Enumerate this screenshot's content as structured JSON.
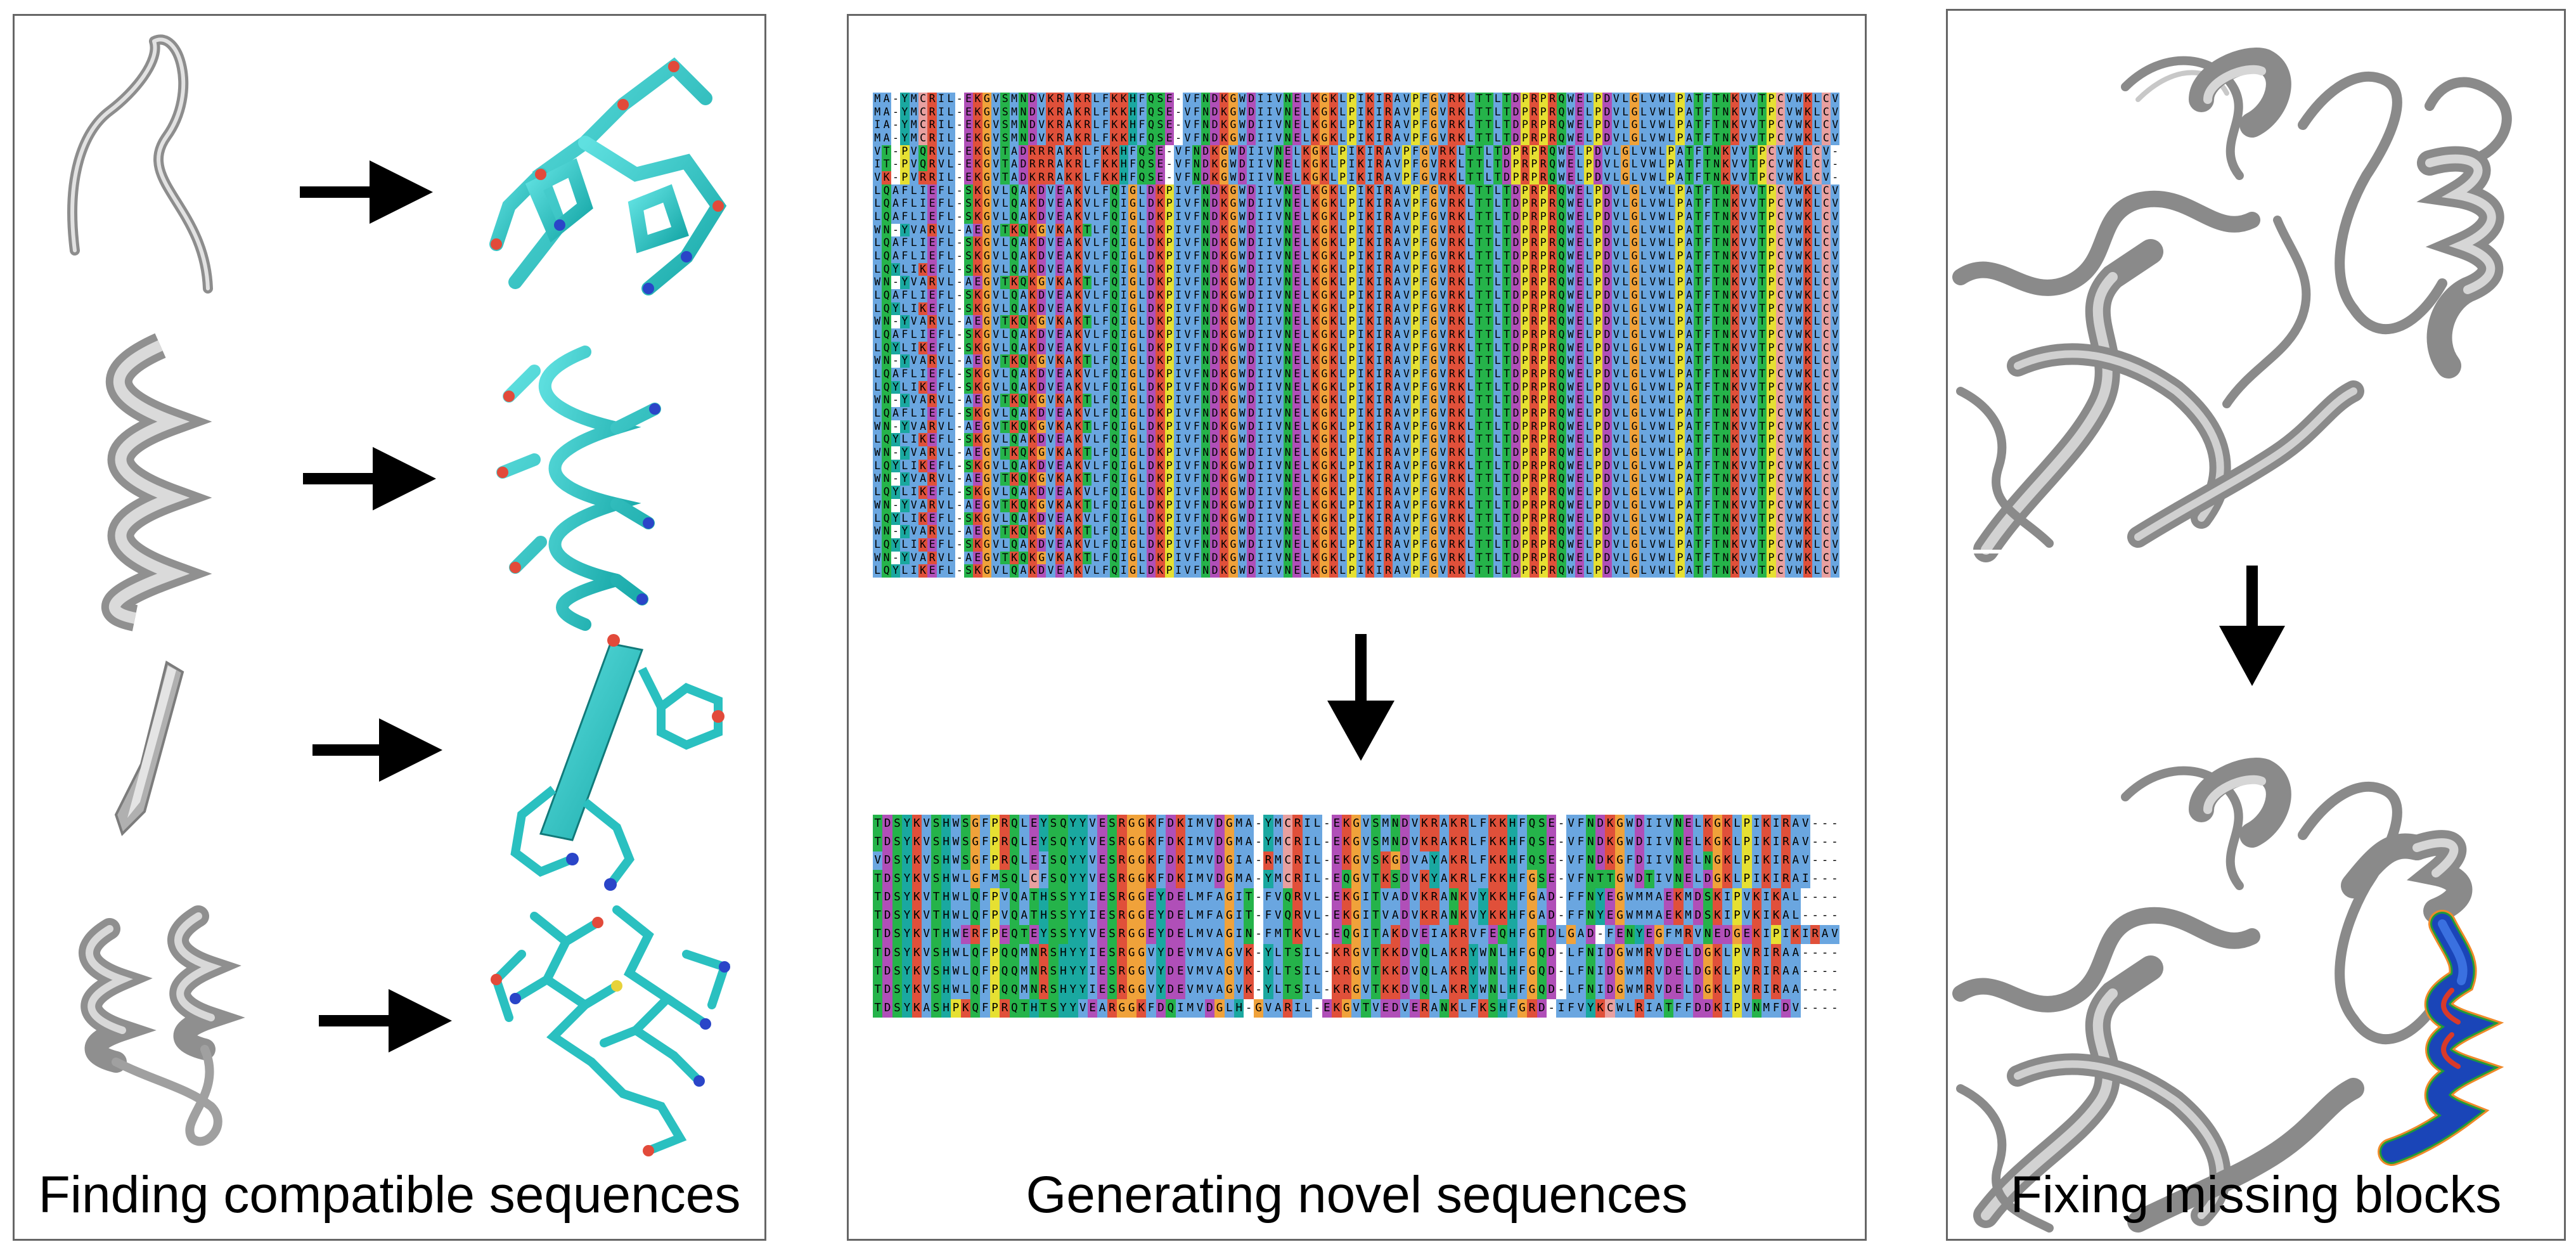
{
  "panels": [
    {
      "id": "finding",
      "caption": "Finding compatible sequences"
    },
    {
      "id": "generating",
      "caption": "Generating novel sequences"
    },
    {
      "id": "fixing",
      "caption": "Fixing missing blocks"
    }
  ],
  "msa_residue_colors": {
    "A": "#6aa6e0",
    "I": "#6aa6e0",
    "L": "#6aa6e0",
    "M": "#6aa6e0",
    "F": "#6aa6e0",
    "W": "#6aa6e0",
    "V": "#6aa6e0",
    "C": "#e8a0a0",
    "K": "#e0503a",
    "R": "#e0503a",
    "E": "#b04fb8",
    "D": "#b04fb8",
    "N": "#25b34a",
    "Q": "#25b34a",
    "S": "#25b34a",
    "T": "#25b34a",
    "G": "#f0a23a",
    "P": "#e6e032",
    "H": "#1aa8a0",
    "Y": "#1aa8a0",
    "-": "#ffffff"
  },
  "top_alignment": {
    "rows": [
      "MA-YMCRIL-EKGVSMNDVKRAKRLFKKHFQSE-VFNDKGWDIIVNELKGKLPIKIRAVPFGVRKLTTLTDPRPRQWELPDVLGLVWLPATFTNKVVTPCVWKLCV",
      "MA-YMCRIL-EKGVSMNDVKRAKRLFKKHFQSE-VFNDKGWDIIVNELKGKLPIKIRAVPFGVRKLTTLTDPRPRQWELPDVLGLVWLPATFTNKVVTPCVWKLCV",
      "IA-YMCRIL-EKGVSMNDVKRAKRLFKKHFQSE-VFNDKGWDIIVNELKGKLPIKIRAVPFGVRKLTTLTDPRPRQWELPDVLGLVWLPATFTNKVVTPCVWKLCV",
      "MA-YMCRIL-EKGVSMNDVKRAKRLFKKHFQSE-VFNDKGWDIIVNELKGKLPIKIRAVPFGVRKLTTLTDPRPRQWELPDVLGLVWLPATFTNKVVTPCVWKLCV",
      "VT-PVQRVL-EKGVTADRRRAKRLFKKHFQSE-VFNDKGWDIIVNELKGKLPIKIRAVPFGVRKLTTLTDPRPRQWELPDVLGLVWLPATFTNKVVTPCVWKLCV",
      "IT-PVQRVL-EKGVTADRRRAKRLFKKHFQSE-VFNDKGWDIIVNELKGKLPIKIRAVPFGVRKLTTLTDPRPRQWELPDVLGLVWLPATFTNKVVTPCVWKLCV",
      "VK-PVRRIL-EKGVTADKRRAKKLFKKHFQSE-VFNDKGWDIIVNELKGKLPIKIRAVPFGVRKLTTLTDPRPRQWELPDVLGLVWLPATFTNKVVTPCVWKLCV",
      "LQAFLIEFL-SKGVLQAKDVEAKVLFQIGLDKPIVFNDKGWDIIVNELKGKLPIKIRAVPFGVRKLTTLTDPRPRQWELPDVLGLVWLPATFTNKVVTPCVWKLCV",
      "LQAFLIEFL-SKGVLQAKDVEAKVLFQIGLDKPIVFNDKGWDIIVNELKGKLPIKIRAVPFGVRKLTTLTDPRPRQWELPDVLGLVWLPATFTNKVVTPCVWKLCV",
      "LQAFLIEFL-SKGVLQAKDVEAKVLFQIGLDKPIVFNDKGWDIIVNELKGKLPIKIRAVPFGVRKLTTLTDPRPRQWELPDVLGLVWLPATFTNKVVTPCVWKLCV",
      "WN-YVARVL-AEGVTKQKGVKAKTLFQIGLDKPIVFNDKGWDIIVNELKGKLPIKIRAVPFGVRKLTTLTDPRPRQWELPDVLGLVWLPATFTNKVVTPCVWKLCV",
      "LQAFLIEFL-SKGVLQAKDVEAKVLFQIGLDKPIVFNDKGWDIIVNELKGKLPIKIRAVPFGVRKLTTLTDPRPRQWELPDVLGLVWLPATFTNKVVTPCVWKLCV",
      "LQAFLIEFL-SKGVLQAKDVEAKVLFQIGLDKPIVFNDKGWDIIVNELKGKLPIKIRAVPFGVRKLTTLTDPRPRQWELPDVLGLVWLPATFTNKVVTPCVWKLCV",
      "LQYLIKEFL-SKGVLQAKDVEAKVLFQIGLDKPIVFNDKGWDIIVNELKGKLPIKIRAVPFGVRKLTTLTDPRPRQWELPDVLGLVWLPATFTNKVVTPCVWKLCV",
      "WN-YVARVL-AEGVTKQKGVKAKTLFQIGLDKPIVFNDKGWDIIVNELKGKLPIKIRAVPFGVRKLTTLTDPRPRQWELPDVLGLVWLPATFTNKVVTPCVWKLCV",
      "LQAFLIEFL-SKGVLQAKDVEAKVLFQIGLDKPIVFNDKGWDIIVNELKGKLPIKIRAVPFGVRKLTTLTDPRPRQWELPDVLGLVWLPATFTNKVVTPCVWKLCV",
      "LQYLIKEFL-SKGVLQAKDVEAKVLFQIGLDKPIVFNDKGWDIIVNELKGKLPIKIRAVPFGVRKLTTLTDPRPRQWELPDVLGLVWLPATFTNKVVTPCVWKLCV",
      "WN-YVARVL-AEGVTKQKGVKAKTLFQIGLDKPIVFNDKGWDIIVNELKGKLPIKIRAVPFGVRKLTTLTDPRPRQWELPDVLGLVWLPATFTNKVVTPCVWKLCV",
      "LQAFLIEFL-SKGVLQAKDVEAKVLFQIGLDKPIVFNDKGWDIIVNELKGKLPIKIRAVPFGVRKLTTLTDPRPRQWELPDVLGLVWLPATFTNKVVTPCVWKLCV",
      "LQYLIKEFL-SKGVLQAKDVEAKVLFQIGLDKPIVFNDKGWDIIVNELKGKLPIKIRAVPFGVRKLTTLTDPRPRQWELPDVLGLVWLPATFTNKVVTPCVWKLCV",
      "WN-YVARVL-AEGVTKQKGVKAKTLFQIGLDKPIVFNDKGWDIIVNELKGKLPIKIRAVPFGVRKLTTLTDPRPRQWELPDVLGLVWLPATFTNKVVTPCVWKLCV",
      "LQAFLIEFL-SKGVLQAKDVEAKVLFQIGLDKPIVFNDKGWDIIVNELKGKLPIKIRAVPFGVRKLTTLTDPRPRQWELPDVLGLVWLPATFTNKVVTPCVWKLCV",
      "LQYLIKEFL-SKGVLQAKDVEAKVLFQIGLDKPIVFNDKGWDIIVNELKGKLPIKIRAVPFGVRKLTTLTDPRPRQWELPDVLGLVWLPATFTNKVVTPCVWKLCV",
      "WN-YVARVL-AEGVTKQKGVKAKTLFQIGLDKPIVFNDKGWDIIVNELKGKLPIKIRAVPFGVRKLTTLTDPRPRQWELPDVLGLVWLPATFTNKVVTPCVWKLCV",
      "LQAFLIEFL-SKGVLQAKDVEAKVLFQIGLDKPIVFNDKGWDIIVNELKGKLPIKIRAVPFGVRKLTTLTDPRPRQWELPDVLGLVWLPATFTNKVVTPCVWKLCV",
      "WN-YVARVL-AEGVTKQKGVKAKTLFQIGLDKPIVFNDKGWDIIVNELKGKLPIKIRAVPFGVRKLTTLTDPRPRQWELPDVLGLVWLPATFTNKVVTPCVWKLCV",
      "LQYLIKEFL-SKGVLQAKDVEAKVLFQIGLDKPIVFNDKGWDIIVNELKGKLPIKIRAVPFGVRKLTTLTDPRPRQWELPDVLGLVWLPATFTNKVVTPCVWKLCV",
      "WN-YVARVL-AEGVTKQKGVKAKTLFQIGLDKPIVFNDKGWDIIVNELKGKLPIKIRAVPFGVRKLTTLTDPRPRQWELPDVLGLVWLPATFTNKVVTPCVWKLCV",
      "LQYLIKEFL-SKGVLQAKDVEAKVLFQIGLDKPIVFNDKGWDIIVNELKGKLPIKIRAVPFGVRKLTTLTDPRPRQWELPDVLGLVWLPATFTNKVVTPCVWKLCV",
      "WN-YVARVL-AEGVTKQKGVKAKTLFQIGLDKPIVFNDKGWDIIVNELKGKLPIKIRAVPFGVRKLTTLTDPRPRQWELPDVLGLVWLPATFTNKVVTPCVWKLCV",
      "LQYLIKEFL-SKGVLQAKDVEAKVLFQIGLDKPIVFNDKGWDIIVNELKGKLPIKIRAVPFGVRKLTTLTDPRPRQWELPDVLGLVWLPATFTNKVVTPCVWKLCV",
      "WN-YVARVL-AEGVTKQKGVKAKTLFQIGLDKPIVFNDKGWDIIVNELKGKLPIKIRAVPFGVRKLTTLTDPRPRQWELPDVLGLVWLPATFTNKVVTPCVWKLCV",
      "LQYLIKEFL-SKGVLQAKDVEAKVLFQIGLDKPIVFNDKGWDIIVNELKGKLPIKIRAVPFGVRKLTTLTDPRPRQWELPDVLGLVWLPATFTNKVVTPCVWKLCV",
      "WN-YVARVL-AEGVTKQKGVKAKTLFQIGLDKPIVFNDKGWDIIVNELKGKLPIKIRAVPFGVRKLTTLTDPRPRQWELPDVLGLVWLPATFTNKVVTPCVWKLCV",
      "LQYLIKEFL-SKGVLQAKDVEAKVLFQIGLDKPIVFNDKGWDIIVNELKGKLPIKIRAVPFGVRKLTTLTDPRPRQWELPDVLGLVWLPATFTNKVVTPCVWKLCV",
      "WN-YVARVL-AEGVTKQKGVKAKTLFQIGLDKPIVFNDKGWDIIVNELKGKLPIKIRAVPFGVRKLTTLTDPRPRQWELPDVLGLVWLPATFTNKVVTPCVWKLCV",
      "LQYLIKEFL-SKGVLQAKDVEAKVLFQIGLDKPIVFNDKGWDIIVNELKGKLPIKIRAVPFGVRKLTTLTDPRPRQWELPDVLGLVWLPATFTNKVVTPCVWKLCV"
    ]
  },
  "bottom_alignment": {
    "rows": [
      "TDSYKVSHWSGFPRQLEYSQYYVESRGGKFDKIMVDGMA-YMCRIL-EKGVSMNDVKRAKRLFKKHFQSE-VFNDKGWDIIVNELKGKLPIKIRAV",
      "TDSYKVSHWSGFPRQLEYSQYYVESRGGKFDKIMVDGMA-YMCRIL-EKGVSMNDVKRAKRLFKKHFQSE-VFNDKGWDIIVNELKGKLPIKIRAV",
      "VDSYKVSHWSGFPRQLEISQYYVESRGGKFDKIMVDGIA-RMCRIL-EKGVSKGDVAYAKRLFKKHFQSE-VFNDKGFDIIVNELNGKLPIKIRAV",
      "TDSYKVSHWLGFMSQLCFSQYYVESRGGKFDKIMVDGMA-YMCRIL-EQGVTKSDVKYAKRLFKKHFGSE-VFNTTGWDTIVNELDGKLPIKIRAI",
      "TDSYKVTHWLQFPVQATHSSYYIESRGGEYDELMFAGIT-FVQRVL-EKGITVADVKRANKVYKKHFGAD-FFNYEGWMMAEKMDSKIPVKIKAL",
      "TDSYKVTHWLQFPVQATHSSYYIESRGGEYDELMFAGIT-FVQRVL-EKGITVADVKRANKVYKKHFGAD-FFNYEGWMMAEKMDSKIPVKIKAL",
      "TDSYKVTHWERFPEQTEYSSYYVESRGGEYDELMVAGIN-FMTKVL-EQGITAKDVEIAKRVFEQHFGTDLGAD-FENYEGFMRVNEDGEKIPIKIRAV",
      "TDSYKVSHWLQFPQQMNRSHYYIESRGGVYDEVMVAGVK-YLTSIL-KRGVTKKDVQLAKRYWNLHFGQD-LFNIDGWMRVDELDGKLPVRIRAA",
      "TDSYKVSHWLQFPQQMNRSHYYIESRGGVYDEVMVAGVK-YLTSIL-KRGVTKKDVQLAKRYWNLHFGQD-LFNIDGWMRVDELDGKLPVRIRAA",
      "TDSYKVSHWLQFPQQMNRSHYYIESRGGVYDEVMVAGVK-YLTSIL-KRGVTKKDVQLAKRYWNLHFGQD-LFNIDGWMRVDELDGKLPVRIRAA",
      "TDSYKASHPKQFPRQTHTSYYVEARGGKFDQIMVDGLH-GVARIL-EKGVTVEDVERANKLFKSHFGRD-IFVYKCWLRIATFFDDKIPVNMFDV"
    ]
  }
}
